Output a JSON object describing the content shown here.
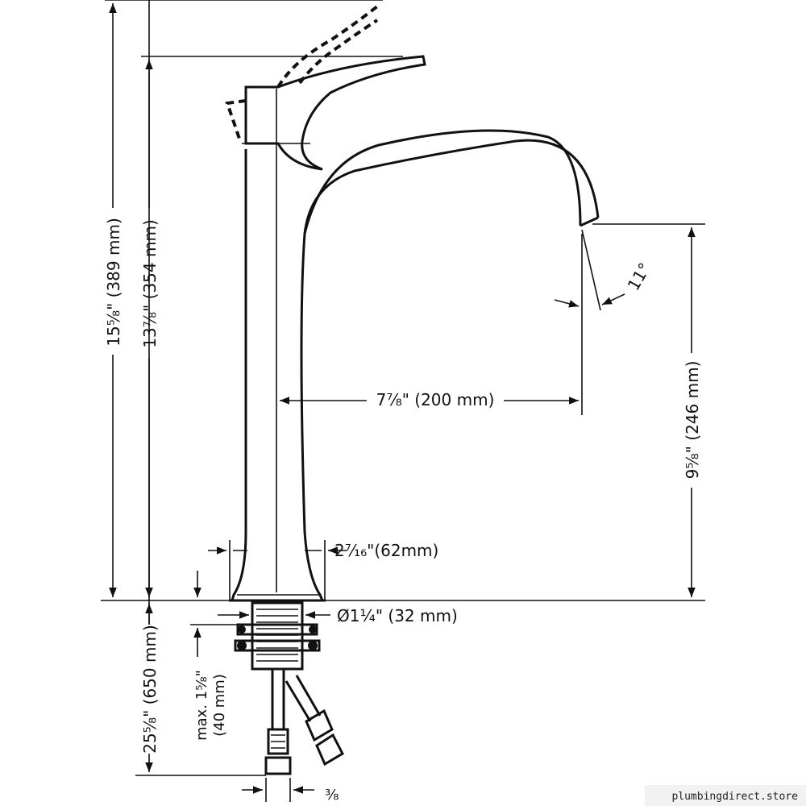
{
  "dimensions": {
    "total_height": "15⅝\" (389 mm)",
    "spout_top_height": "13⅞\" (354 mm)",
    "spout_outlet_height": "9⅝\" (246 mm)",
    "spout_reach": "7⅞\" (200 mm)",
    "base_width": "2⁷⁄₁₆\"(62mm)",
    "shank_diameter": "Ø1¼\" (32 mm)",
    "max_deck_thickness_line1": "max. 1⅝\"",
    "max_deck_thickness_line2": "(40 mm)",
    "hose_length": "25⅝\" (650 mm)",
    "connection_size": "⅜",
    "spout_angle": "11°"
  },
  "watermark": "plumbingdirect.store"
}
